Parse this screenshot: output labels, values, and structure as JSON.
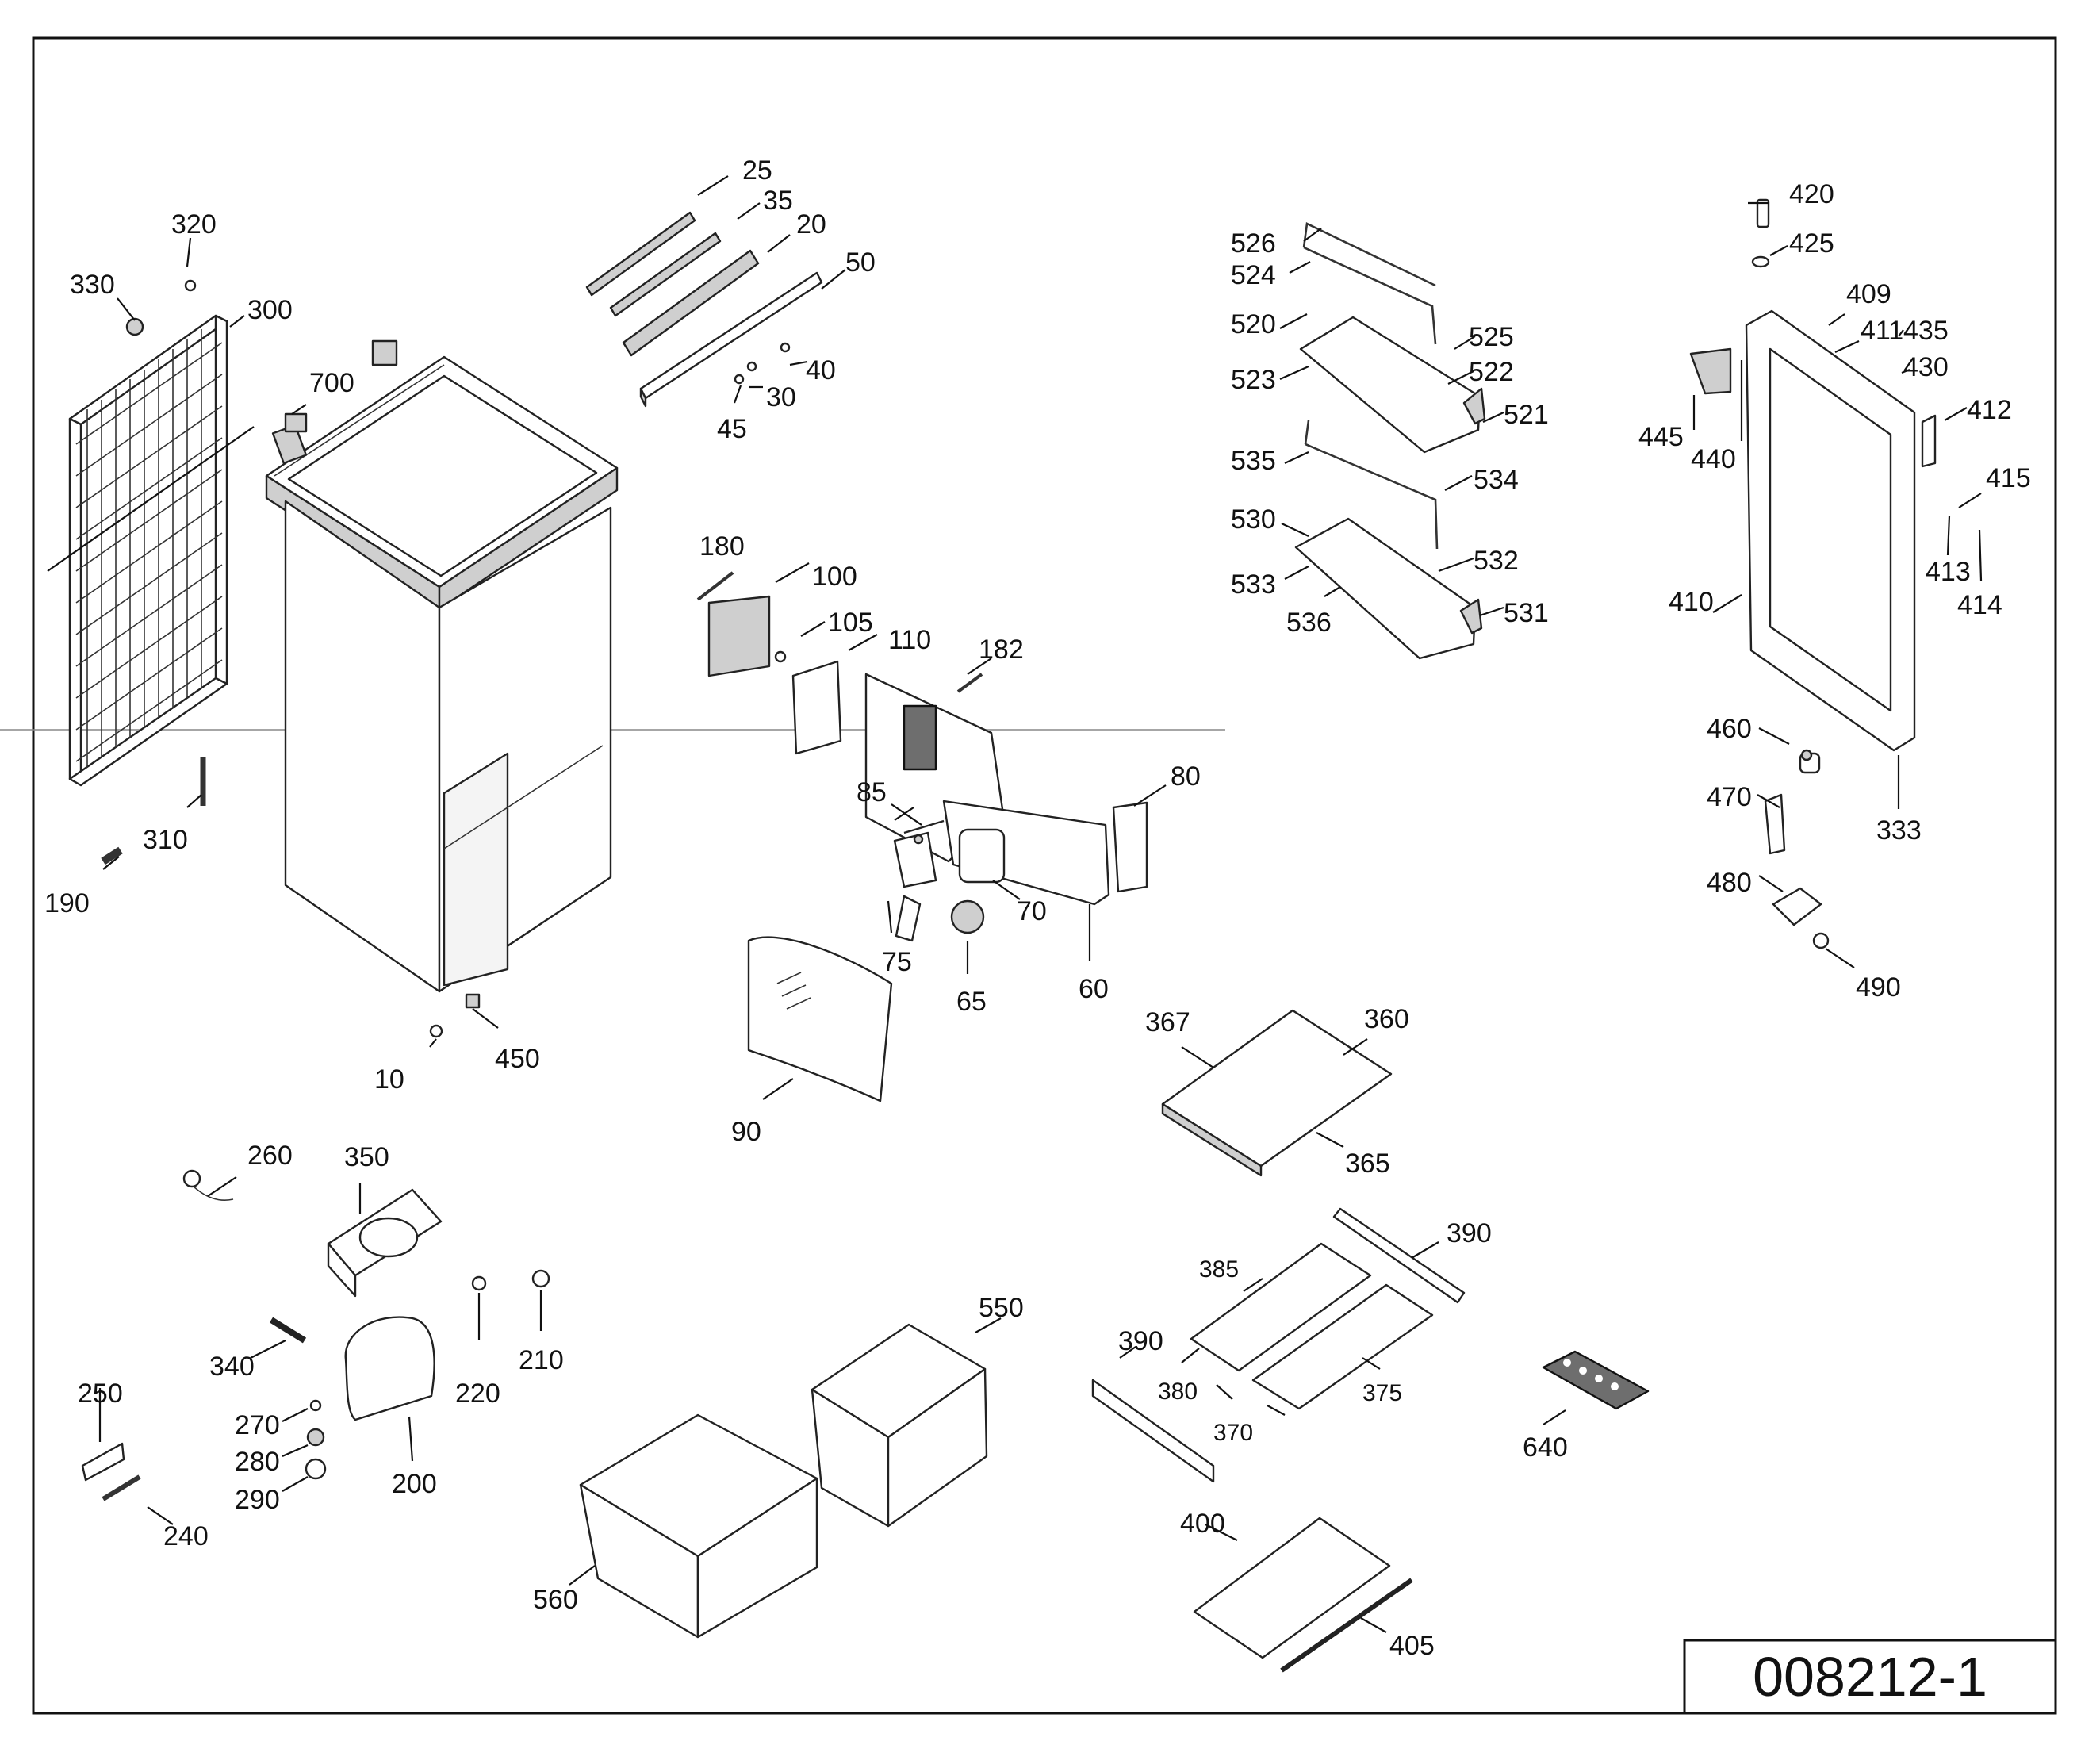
{
  "drawing_number": "008212-1",
  "labels": {
    "l10": "10",
    "l20": "20",
    "l25": "25",
    "l30": "30",
    "l35": "35",
    "l40": "40",
    "l45": "45",
    "l50": "50",
    "l60": "60",
    "l65": "65",
    "l70": "70",
    "l75": "75",
    "l80": "80",
    "l85": "85",
    "l90": "90",
    "l100": "100",
    "l105": "105",
    "l110": "110",
    "l180": "180",
    "l182": "182",
    "l190": "190",
    "l200": "200",
    "l210": "210",
    "l220": "220",
    "l240": "240",
    "l250": "250",
    "l260": "260",
    "l270": "270",
    "l280": "280",
    "l290": "290",
    "l300": "300",
    "l310": "310",
    "l320": "320",
    "l330": "330",
    "l333": "333",
    "l340": "340",
    "l350": "350",
    "l360": "360",
    "l365": "365",
    "l367": "367",
    "l370": "370",
    "l375": "375",
    "l380": "380",
    "l385": "385",
    "l390a": "390",
    "l390b": "390",
    "l400": "400",
    "l405": "405",
    "l409": "409",
    "l410": "410",
    "l411": "411",
    "l412": "412",
    "l413": "413",
    "l414": "414",
    "l415": "415",
    "l420": "420",
    "l425": "425",
    "l430": "430",
    "l435": "435",
    "l440": "440",
    "l445": "445",
    "l450": "450",
    "l460": "460",
    "l470": "470",
    "l480": "480",
    "l490": "490",
    "l520": "520",
    "l521": "521",
    "l522": "522",
    "l523": "523",
    "l524": "524",
    "l525": "525",
    "l526": "526",
    "l530": "530",
    "l531": "531",
    "l532": "532",
    "l533": "533",
    "l534": "534",
    "l535": "535",
    "l536": "536",
    "l550": "550",
    "l560": "560",
    "l640": "640",
    "l700": "700"
  }
}
